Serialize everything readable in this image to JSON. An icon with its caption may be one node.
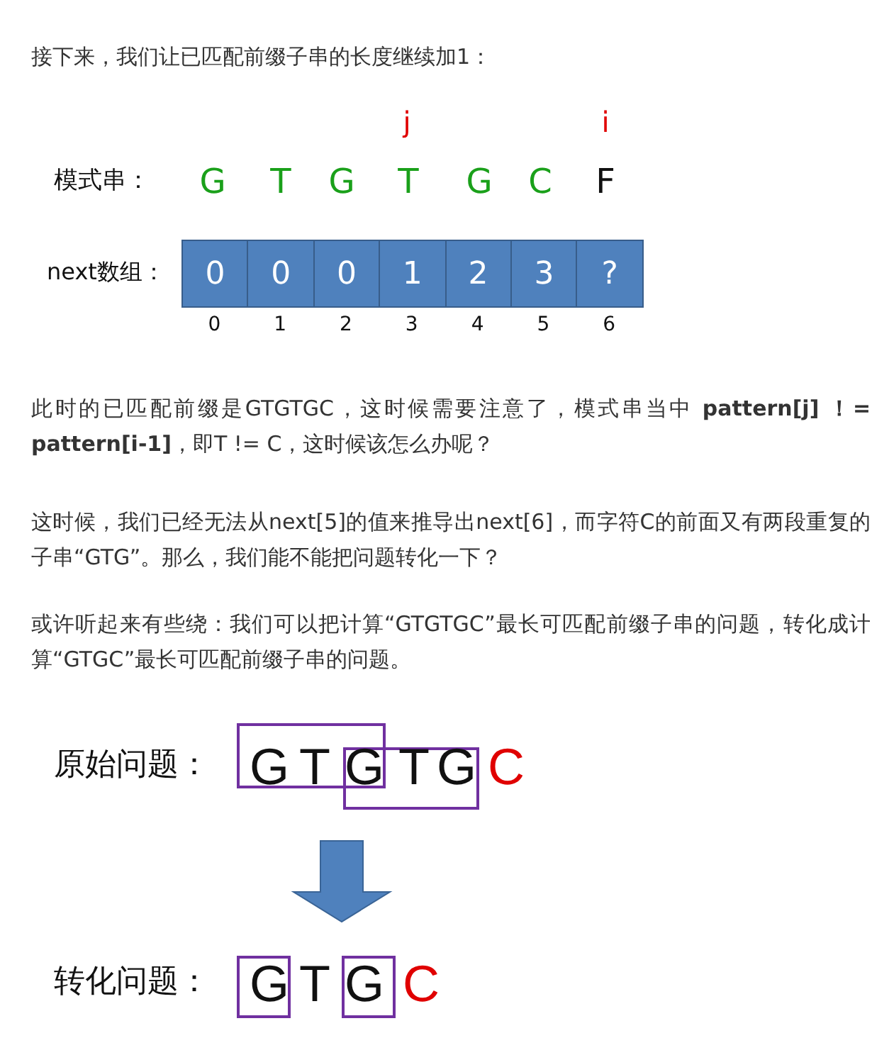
{
  "diagram": {
    "nodes": [
      {
        "text": [
          "0"
        ]
      },
      {
        "text": [
          "0"
        ]
      },
      {
        "text": [
          "0"
        ]
      },
      {
        "text": [
          "1"
        ]
      },
      {
        "text": [
          "2"
        ]
      },
      {
        "text": [
          "3"
        ]
      },
      {
        "text": [
          "?"
        ]
      },
      {
        "text": [
          "原始问题：",
          "G",
          "T",
          "G",
          "T",
          "G",
          "C"
        ]
      },
      {
        "text": [
          "转化问题：",
          "G",
          "T",
          "G",
          "C"
        ]
      }
    ],
    "edges": [
      {
        "from": 7,
        "to": 8,
        "arrow": "to"
      }
    ],
    "labels": [
      "接下来，我们让已匹配前缀子串的长度继续加1：",
      "j",
      "i",
      "模式串：",
      "G",
      "T",
      "G",
      "T",
      "G",
      "C",
      "F",
      "next数组：",
      "0",
      "1",
      "2",
      "3",
      "4",
      "5",
      "6",
      "此时的已匹配前缀是GTGTGC，这时候需要注意了，模式串当中 **pattern[j] ！= pattern[i-1]**，即T != C，这时候该怎么办呢？",
      "这时候，我们已经无法从next[5]的值来推导出next[6]，而字符C的前面又有两段重复的子串“GTG”。那么，我们能不能把问题转化一下？",
      "或许听起来有些绕：我们可以把计算“GTGTGC”最长可匹配前缀子串的问题，转化成计算“GTGC”最长可匹配前缀子串的问题。"
    ]
  }
}
